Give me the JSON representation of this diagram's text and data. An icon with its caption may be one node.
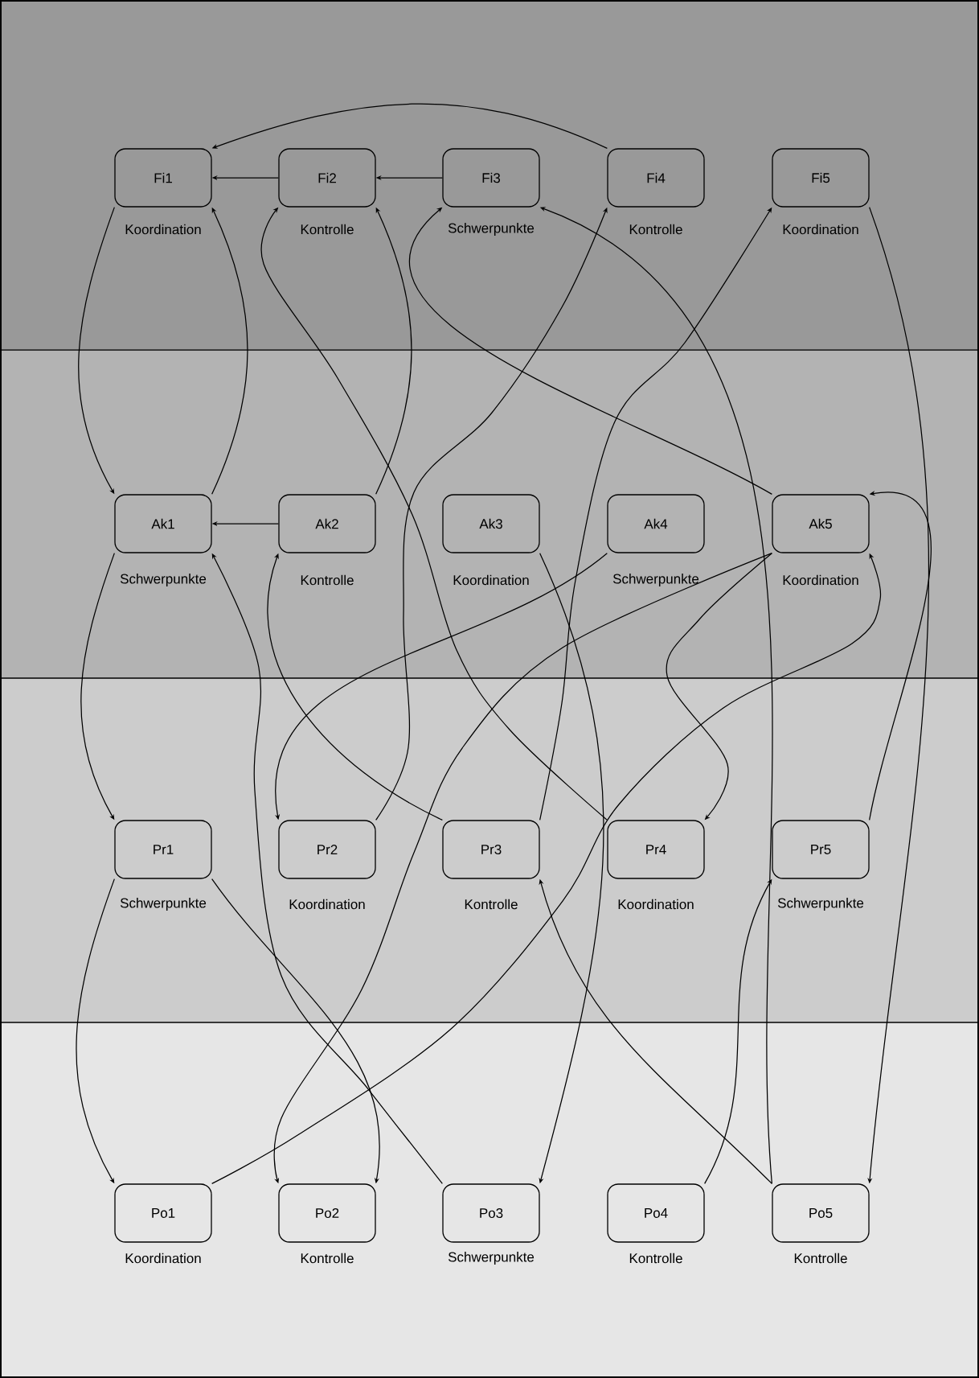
{
  "diagram": {
    "nodes": [
      {
        "text": [
          "Fi1"
        ],
        "beside": [
          "Koordination"
        ]
      },
      {
        "text": [
          "Fi2"
        ],
        "beside": [
          "Kontrolle"
        ]
      },
      {
        "text": [
          "Fi3"
        ],
        "beside": [
          "Schwerpunkte"
        ]
      },
      {
        "text": [
          "Fi4"
        ],
        "beside": [
          "Kontrolle"
        ]
      },
      {
        "text": [
          "Fi5"
        ],
        "beside": [
          "Koordination"
        ]
      },
      {
        "text": [
          "Ak1"
        ],
        "beside": [
          "Schwerpunkte"
        ]
      },
      {
        "text": [
          "Ak2"
        ],
        "beside": [
          "Kontrolle"
        ]
      },
      {
        "text": [
          "Ak3"
        ],
        "beside": [
          "Koordination"
        ]
      },
      {
        "text": [
          "Ak4"
        ],
        "beside": [
          "Schwerpunkte"
        ]
      },
      {
        "text": [
          "Ak5"
        ],
        "beside": [
          "Koordination"
        ]
      },
      {
        "text": [
          "Pr1"
        ],
        "beside": [
          "Schwerpunkte"
        ]
      },
      {
        "text": [
          "Pr2"
        ],
        "beside": [
          "Koordination"
        ]
      },
      {
        "text": [
          "Pr3"
        ],
        "beside": [
          "Kontrolle"
        ]
      },
      {
        "text": [
          "Pr4"
        ],
        "beside": [
          "Koordination"
        ]
      },
      {
        "text": [
          "Pr5"
        ],
        "beside": [
          "Schwerpunkte"
        ]
      },
      {
        "text": [
          "Po1"
        ],
        "beside": [
          "Koordination"
        ]
      },
      {
        "text": [
          "Po2"
        ],
        "beside": [
          "Kontrolle"
        ]
      },
      {
        "text": [
          "Po3"
        ],
        "beside": [
          "Schwerpunkte"
        ]
      },
      {
        "text": [
          "Po4"
        ],
        "beside": [
          "Kontrolle"
        ]
      },
      {
        "text": [
          "Po5"
        ],
        "beside": [
          "Kontrolle"
        ]
      }
    ],
    "edges": [
      {
        "from": 3,
        "to": 0,
        "arrow": "to"
      },
      {
        "from": 1,
        "to": 0,
        "arrow": "to"
      },
      {
        "from": 2,
        "to": 1,
        "arrow": "to"
      },
      {
        "from": 0,
        "to": 5,
        "arrow": "to"
      },
      {
        "from": 5,
        "to": 0,
        "arrow": "to"
      },
      {
        "from": 6,
        "to": 1,
        "arrow": "to"
      },
      {
        "from": 13,
        "to": 1,
        "arrow": "to"
      },
      {
        "from": 11,
        "to": 3,
        "arrow": "to"
      },
      {
        "from": 9,
        "to": 2,
        "arrow": "to"
      },
      {
        "from": 19,
        "to": 2,
        "arrow": "to"
      },
      {
        "from": 12,
        "to": 4,
        "arrow": "to"
      },
      {
        "from": 4,
        "to": 19,
        "arrow": "to"
      },
      {
        "from": 6,
        "to": 5,
        "arrow": "to"
      },
      {
        "from": 5,
        "to": 10,
        "arrow": "to"
      },
      {
        "from": 17,
        "to": 5,
        "arrow": "to"
      },
      {
        "from": 12,
        "to": 6,
        "arrow": "to"
      },
      {
        "from": 7,
        "to": 17,
        "arrow": "to"
      },
      {
        "from": 8,
        "to": 11,
        "arrow": "to"
      },
      {
        "from": 9,
        "to": 16,
        "arrow": "to"
      },
      {
        "from": 9,
        "to": 13,
        "arrow": "to"
      },
      {
        "from": 15,
        "to": 9,
        "arrow": "to"
      },
      {
        "from": 14,
        "to": 9,
        "arrow": "to"
      },
      {
        "from": 10,
        "to": 15,
        "arrow": "to"
      },
      {
        "from": 10,
        "to": 16,
        "arrow": "to"
      },
      {
        "from": 19,
        "to": 12,
        "arrow": "to"
      },
      {
        "from": 18,
        "to": 14,
        "arrow": "to"
      }
    ]
  }
}
